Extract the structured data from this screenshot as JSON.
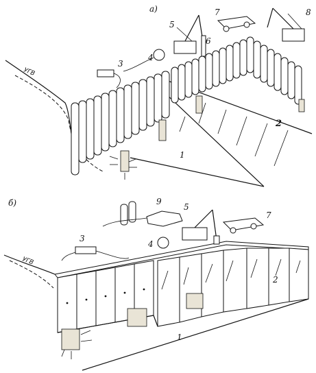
{
  "figure": {
    "part_a": {
      "letter": "а)",
      "water_level_label": "УГВ",
      "callouts": [
        "1",
        "2",
        "3",
        "4",
        "5",
        "6",
        "7",
        "8"
      ]
    },
    "part_b": {
      "letter": "б)",
      "water_level_label": "УГВ",
      "callouts": [
        "1",
        "2",
        "3",
        "4",
        "5",
        "7",
        "9"
      ]
    }
  }
}
